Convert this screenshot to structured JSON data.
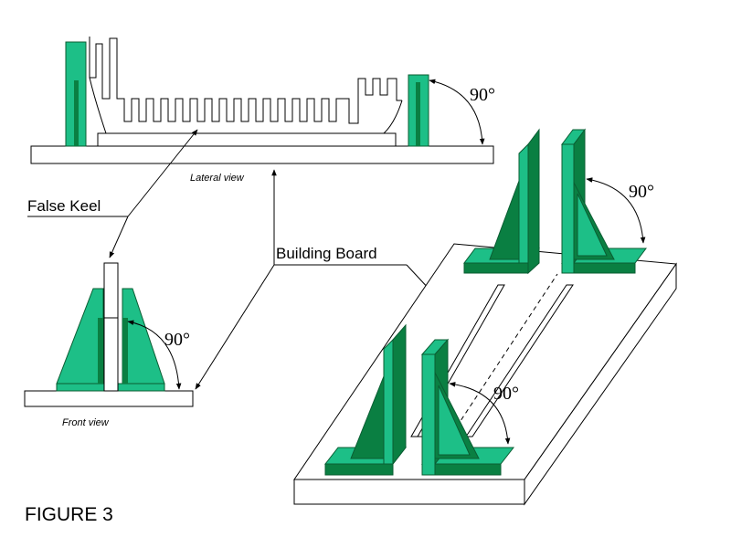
{
  "labels": {
    "lateral_view": "Lateral view",
    "front_view": "Front view",
    "false_keel": "False Keel",
    "building_board": "Building Board",
    "figure": "FIGURE 3"
  },
  "angles": {
    "lateral": "90°",
    "front": "90°",
    "iso_top": "90°",
    "iso_bottom": "90°"
  },
  "colors": {
    "light": "#1dbf87",
    "dark": "#0a7f42",
    "edge": "#0a5c32"
  }
}
